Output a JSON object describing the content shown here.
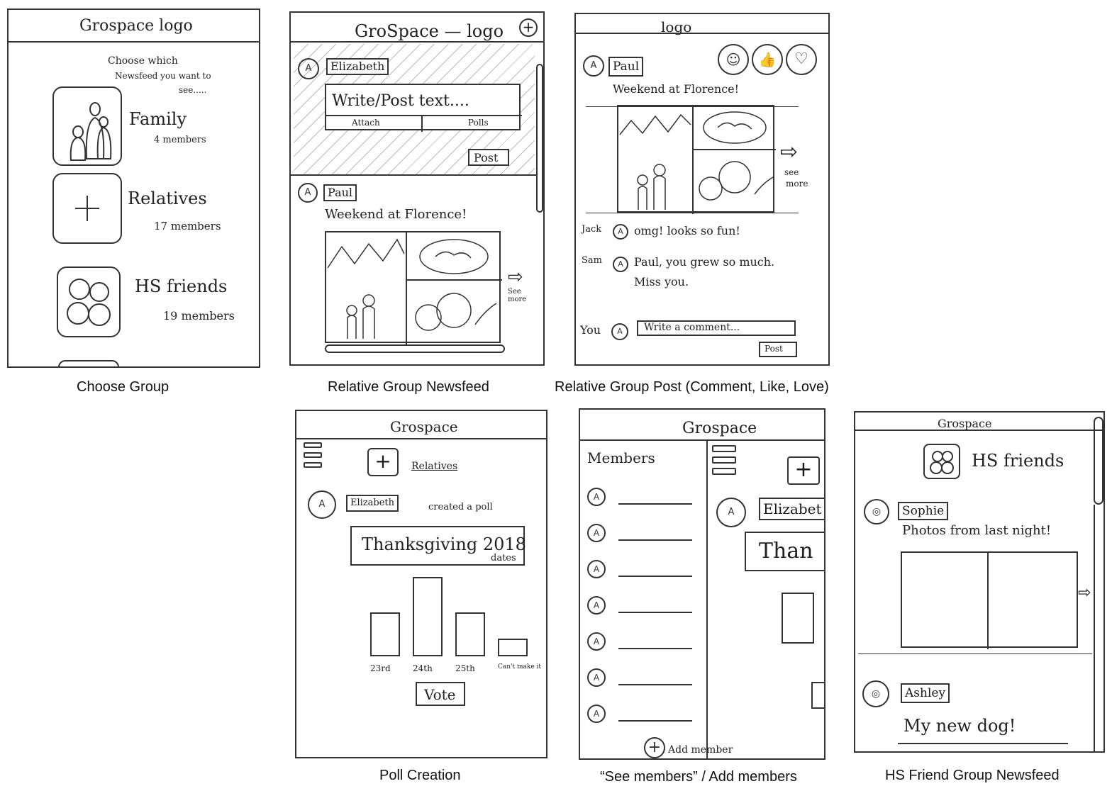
{
  "captions": {
    "choose_group": "Choose Group",
    "relative_newsfeed": "Relative Group Newsfeed",
    "relative_post": "Relative Group Post (Comment, Like, Love)",
    "poll_creation": "Poll Creation",
    "see_members": "“See members” / Add members",
    "hs_newsfeed": "HS Friend Group Newsfeed"
  },
  "choose_group": {
    "header": "Grospace logo",
    "prompt_line1": "Choose which",
    "prompt_line2": "Newsfeed you want to",
    "prompt_line3": "see.....",
    "groups": [
      {
        "name": "Family",
        "members": "4 members",
        "icon": "family-icon"
      },
      {
        "name": "Relatives",
        "members": "17 members",
        "icon": "plus-icon"
      },
      {
        "name": "HS friends",
        "members": "19 members",
        "icon": "friends-icon"
      }
    ]
  },
  "relative_newsfeed": {
    "header": "GroSpace — logo",
    "composer_user": "Elizabeth",
    "composer_placeholder": "Write/Post text....",
    "attach_label": "Attach",
    "polls_label": "Polls",
    "post_button": "Post",
    "post_user": "Paul",
    "post_text": "Weekend at Florence!",
    "see_more": "See more"
  },
  "relative_post": {
    "header": "logo",
    "user": "Paul",
    "text": "Weekend at Florence!",
    "see_more_1": "see",
    "see_more_2": "more",
    "comments": [
      {
        "author": "Jack",
        "text": "omg! looks so fun!"
      },
      {
        "author": "Sam",
        "text": "Paul, you grew so much.",
        "text2": "Miss you."
      }
    ],
    "you_label": "You",
    "comment_placeholder": "Write a comment...",
    "post_button": "Post"
  },
  "poll_creation": {
    "header": "Grospace",
    "group": "Relatives",
    "user": "Elizabeth",
    "action": "created a poll",
    "poll_title": "Thanksgiving 2018",
    "poll_subtitle": "dates",
    "options": [
      "23rd",
      "24th",
      "25th",
      "Can't make it"
    ],
    "votes_fraction": [
      0.55,
      1.0,
      0.55,
      0.22
    ],
    "vote_button": "Vote"
  },
  "see_members": {
    "header": "Grospace",
    "members_title": "Members",
    "member_count_rows": 7,
    "add_member": "Add member",
    "peek_user": "Elizabet",
    "peek_poll": "Than"
  },
  "hs_newsfeed": {
    "header": "Grospace",
    "group": "HS friends",
    "post1_user": "Sophie",
    "post1_text": "Photos from last night!",
    "post2_user": "Ashley",
    "post2_text": "My new dog!"
  }
}
